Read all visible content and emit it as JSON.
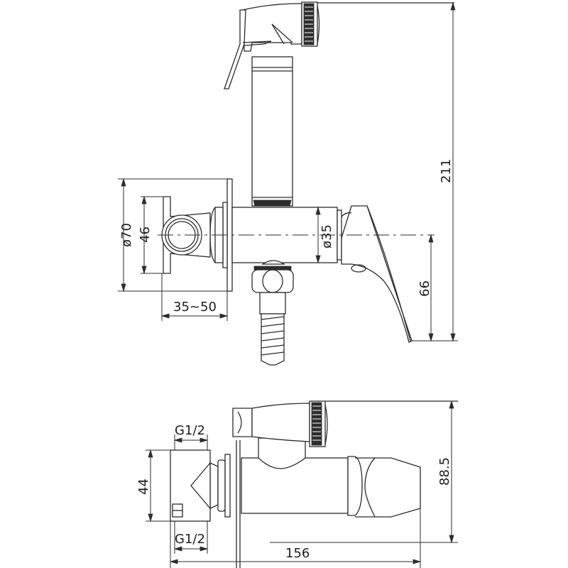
{
  "drawing": {
    "title": "Hygienic shower mixer technical drawing",
    "views": [
      {
        "name": "front-view",
        "description": "Front elevation with hand spray on holder and lever"
      },
      {
        "name": "top-view",
        "description": "Plan view with spray, body and lever"
      }
    ],
    "dimensions": {
      "wall_plate_diameter": "ø70",
      "holder_height": "46",
      "wall_offset": "35~50",
      "body_diameter": "ø35",
      "lever_height": "66",
      "total_height": "211",
      "inlet_top": "G1/2",
      "inlet_bottom": "G1/2",
      "plate_width": "44",
      "total_length": "156",
      "total_depth": "88.5"
    },
    "colors": {
      "line": "#2b2b2b",
      "background": "#ffffff"
    }
  }
}
